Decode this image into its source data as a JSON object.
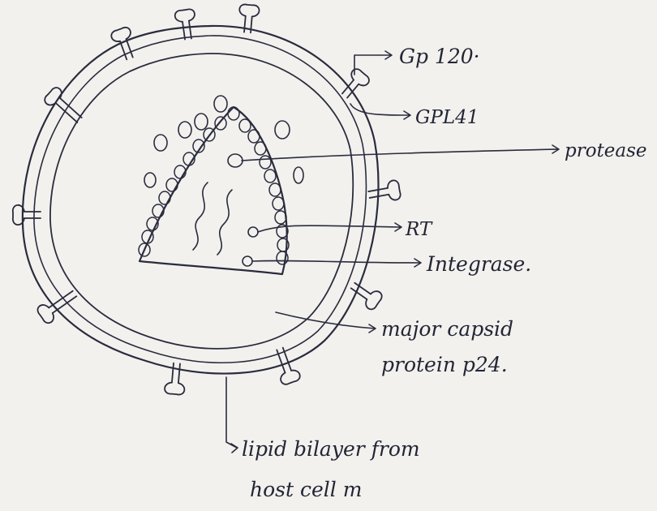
{
  "labels": {
    "gp120": "Gp 120·",
    "gp41": "GPL41",
    "protease": "protease",
    "rt": "RT",
    "integrase": "Integrase.",
    "capsid_line1": "major capsid",
    "capsid_line2": "protein p24.",
    "lipid_line1": "lipid bilayer from",
    "lipid_line2": "host cell m"
  },
  "colors": {
    "paper": "#f2f1ee",
    "ink": "#2a2c3d"
  }
}
